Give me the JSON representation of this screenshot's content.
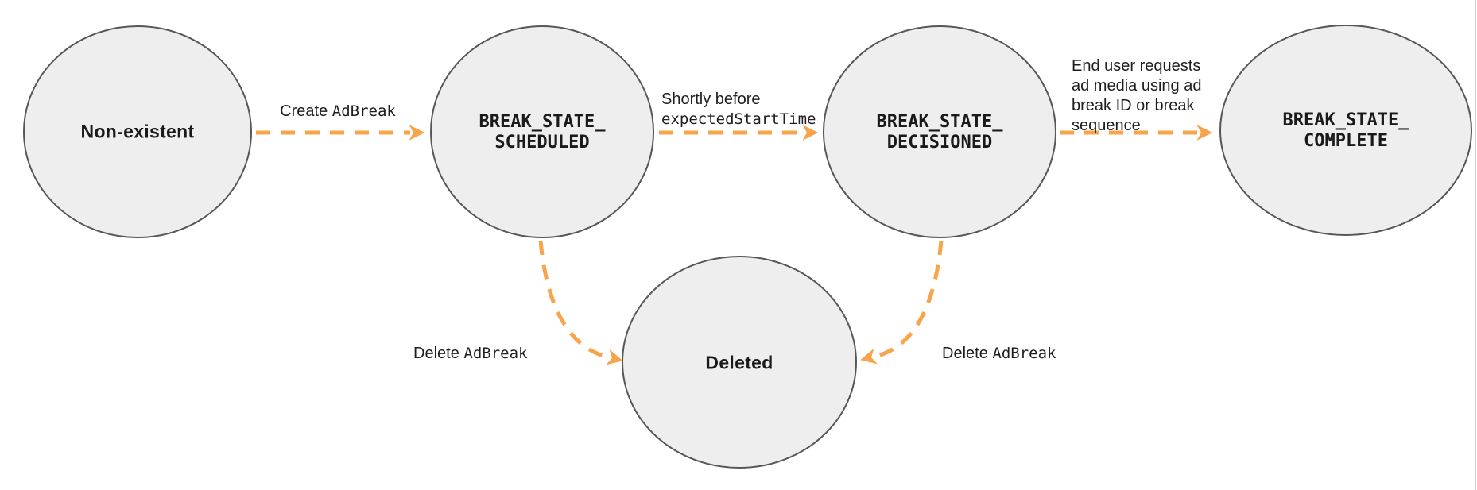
{
  "diagram_type": "state-transition-diagram",
  "colors": {
    "arrow": "#F7A44A",
    "node_fill": "#EEEEEE",
    "node_border": "#56575A",
    "text": "#1A1A1A",
    "page_edge": "#CFCFCF",
    "background": "#FFFFFF"
  },
  "nodes": [
    {
      "id": "non-existent",
      "label": "Non-existent"
    },
    {
      "id": "scheduled",
      "label": "BREAK_STATE_\nSCHEDULED"
    },
    {
      "id": "decisioned",
      "label": "BREAK_STATE_\nDECISIONED"
    },
    {
      "id": "complete",
      "label": "BREAK_STATE_\nCOMPLETE"
    },
    {
      "id": "deleted",
      "label": "Deleted"
    }
  ],
  "transitions": [
    {
      "from": "non-existent",
      "to": "scheduled",
      "label_plain": "Create ",
      "label_code": "AdBreak"
    },
    {
      "from": "scheduled",
      "to": "decisioned",
      "label_plain": "Shortly before\n",
      "label_code": "expectedStartTime"
    },
    {
      "from": "decisioned",
      "to": "complete",
      "label_plain": "End user requests\nad media using ad\nbreak ID or break\nsequence",
      "label_code": ""
    },
    {
      "from": "scheduled",
      "to": "deleted",
      "label_plain": "Delete ",
      "label_code": "AdBreak"
    },
    {
      "from": "decisioned",
      "to": "deleted",
      "label_plain": "Delete ",
      "label_code": "AdBreak"
    }
  ]
}
